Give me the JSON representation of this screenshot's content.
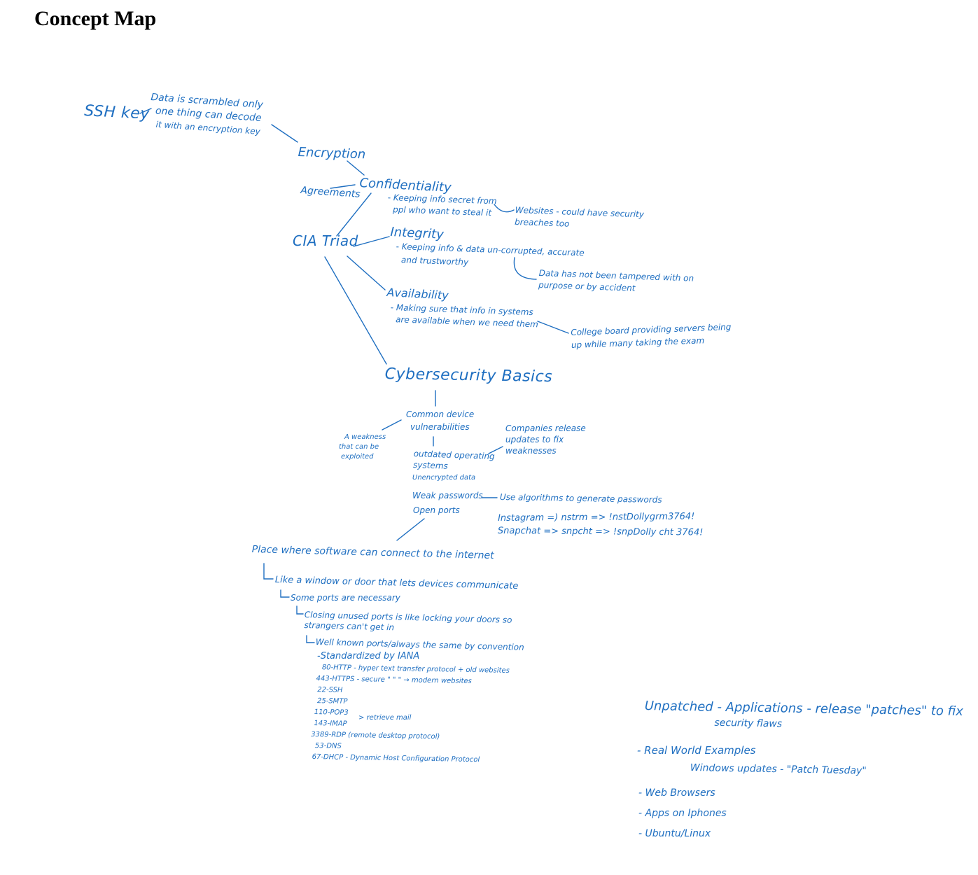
{
  "page": {
    "title": "Concept Map"
  },
  "ink_color": "#1f6fc1",
  "nodes": {
    "ssh_key": "SSH key",
    "encryption_desc": [
      "Data is scrambled only",
      "one thing can decode",
      "it with an encryption key"
    ],
    "encryption": "Encryption",
    "agreements": "Agreements",
    "confidentiality": "Confidentiality",
    "confidentiality_desc": [
      "- Keeping info secret from",
      "ppl who want to steal it"
    ],
    "confidentiality_example": [
      "Websites - could have security",
      "breaches too"
    ],
    "cia_triad": "CIA Triad",
    "integrity": "Integrity",
    "integrity_desc": [
      "- Keeping info & data un-corrupted, accurate",
      "and trustworthy"
    ],
    "integrity_example": [
      "Data has not been tampered with on",
      "purpose or by accident"
    ],
    "availability": "Availability",
    "availability_desc": [
      "- Making sure that info in systems",
      "are available when we need them"
    ],
    "availability_example": [
      "College board providing servers being",
      "up while many taking the exam"
    ],
    "cybersecurity_basics": "Cybersecurity Basics",
    "common_vulnerabilities": [
      "Common device",
      "vulnerabilities"
    ],
    "vulnerability_def": [
      "A weakness",
      "that can be",
      "exploited"
    ],
    "outdated_os": [
      "outdated operating",
      "systems"
    ],
    "outdated_os_note": [
      "Companies release",
      "updates to fix",
      "weaknesses"
    ],
    "unencrypted_data": "Unencrypted data",
    "weak_passwords": "Weak passwords",
    "weak_passwords_note": "Use algorithms to generate passwords",
    "password_example_1": "Instagram =) nstrm => !nstDollygrm3764!",
    "password_example_2": "Snapchat => snpcht => !snpDolly cht 3764!",
    "open_ports": "Open ports",
    "ports_def": "Place where software can connect to the internet",
    "ports_l1": "Like a window or door that lets devices communicate",
    "ports_l2": "Some ports are necessary",
    "ports_l3": [
      "Closing unused ports is like locking your doors so",
      "strangers can't get in"
    ],
    "ports_l4": "Well known ports/always the same by convention",
    "ports_iana": "-Standardized by IANA",
    "port_list": [
      "80-HTTP - hyper text transfer protocol + old websites",
      "443-HTTPS - secure  \"   \"   \"  → modern websites",
      "22-SSH",
      "25-SMTP",
      "110-POP3",
      "143-IMAP",
      "3389-RDP (remote desktop protocol)",
      "53-DNS",
      "67-DHCP - Dynamic Host Configuration Protocol"
    ],
    "mail_note": "> retrieve mail",
    "unpatched": [
      "Unpatched - Applications - release \"patches\" to fix",
      "security flaws"
    ],
    "real_world": "- Real World Examples",
    "windows_updates": "Windows updates - \"Patch Tuesday\"",
    "examples_list": [
      "- Web Browsers",
      "- Apps on Iphones",
      "- Ubuntu/Linux"
    ]
  }
}
